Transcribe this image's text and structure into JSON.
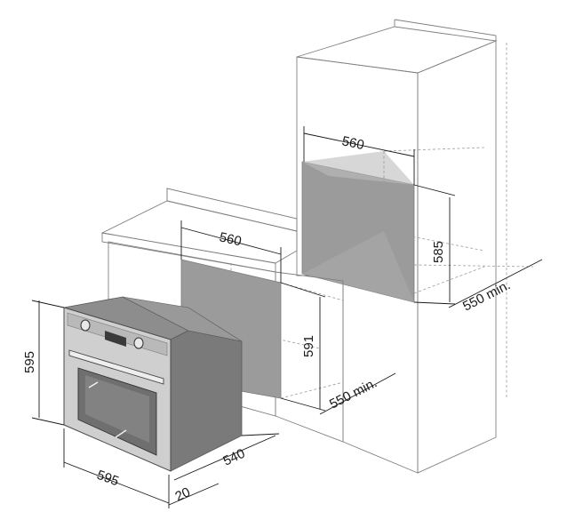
{
  "dimensions": {
    "tall_niche_width": "560",
    "tall_niche_height": "585",
    "tall_unit_depth": "550 min.",
    "counter_niche_width": "560",
    "counter_niche_height": "591",
    "counter_depth": "550 min.",
    "oven_height": "595",
    "oven_width": "595",
    "oven_depth": "540",
    "oven_front_depth": "20"
  },
  "colors": {
    "cabinet_fill": "#ebebeb",
    "niche_fill": "#9b9b9b",
    "oven_body": "#7a7a7a",
    "oven_front": "#cfcfcf"
  }
}
